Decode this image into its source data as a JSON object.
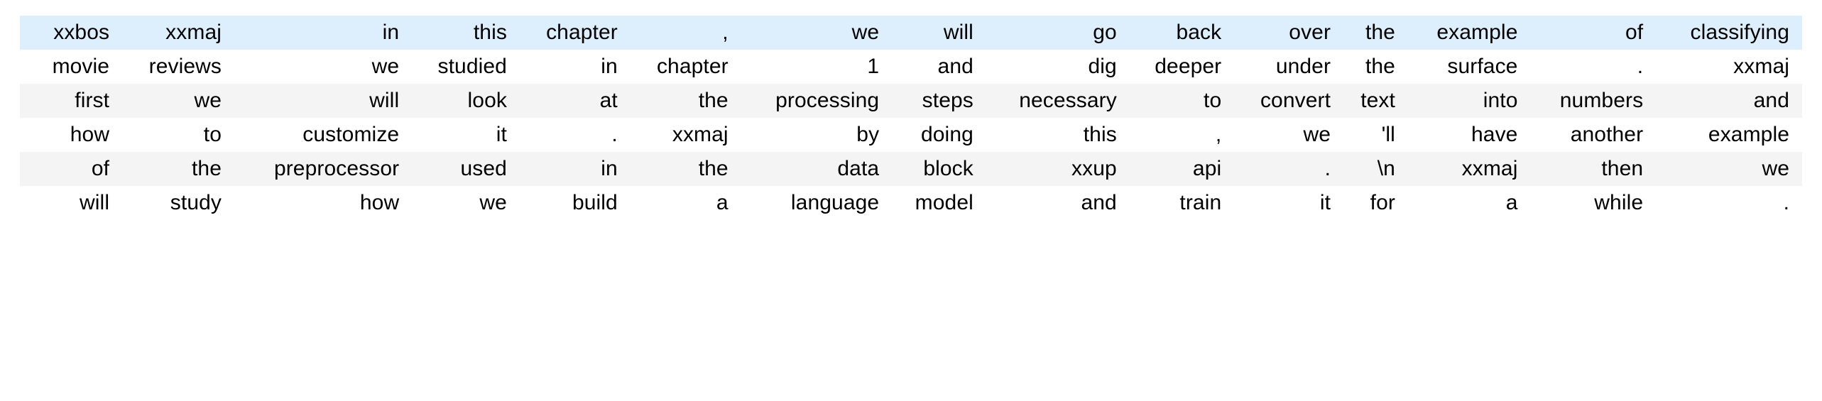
{
  "view": {
    "kind": "token-table",
    "background": "#ffffff",
    "text_color": "#000000",
    "highlight_row_color": "#ddeefc",
    "stripe_row_color": "#f4f4f4",
    "plain_row_color": "#ffffff",
    "rows_count": 6,
    "columns_count": 16,
    "text_align": "right"
  },
  "table": {
    "rows": [
      {
        "style": "highlight",
        "cells": [
          "xxbos",
          "xxmaj",
          "in",
          "this",
          "chapter",
          ",",
          "we",
          "will",
          "go",
          "back",
          "over",
          "the",
          "example",
          "of",
          "classifying"
        ]
      },
      {
        "style": "plain",
        "cells": [
          "movie",
          "reviews",
          "we",
          "studied",
          "in",
          "chapter",
          "1",
          "and",
          "dig",
          "deeper",
          "under",
          "the",
          "surface",
          ".",
          "xxmaj"
        ]
      },
      {
        "style": "stripe",
        "cells": [
          "first",
          "we",
          "will",
          "look",
          "at",
          "the",
          "processing",
          "steps",
          "necessary",
          "to",
          "convert",
          "text",
          "into",
          "numbers",
          "and"
        ]
      },
      {
        "style": "plain",
        "cells": [
          "how",
          "to",
          "customize",
          "it",
          ".",
          "xxmaj",
          "by",
          "doing",
          "this",
          ",",
          "we",
          "'ll",
          "have",
          "another",
          "example"
        ]
      },
      {
        "style": "stripe",
        "cells": [
          "of",
          "the",
          "preprocessor",
          "used",
          "in",
          "the",
          "data",
          "block",
          "xxup",
          "api",
          ".",
          "\\n",
          "xxmaj",
          "then",
          "we"
        ]
      },
      {
        "style": "plain",
        "cells": [
          "will",
          "study",
          "how",
          "we",
          "build",
          "a",
          "language",
          "model",
          "and",
          "train",
          "it",
          "for",
          "a",
          "while",
          "."
        ]
      }
    ]
  }
}
